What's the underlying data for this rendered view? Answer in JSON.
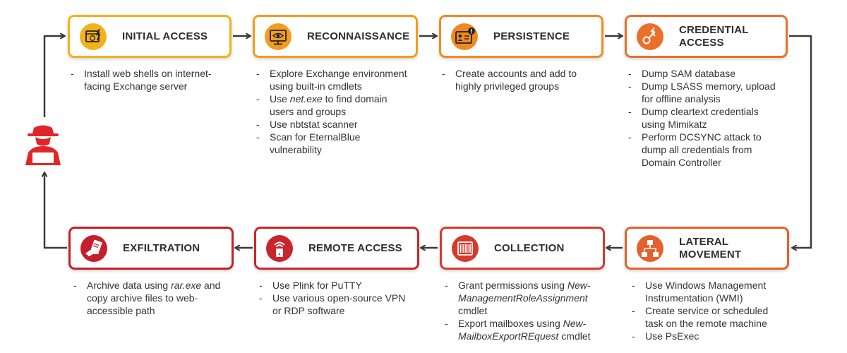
{
  "colors": {
    "yellow": "#f2b21c",
    "amber": "#f39c1e",
    "orange1": "#ef8a23",
    "orange2": "#e8702a",
    "orange3": "#e5602b",
    "red1": "#d53a2b",
    "red2": "#c9262b",
    "red3": "#c41f2b",
    "arrow": "#3a3a3a",
    "actor": "#e1262b"
  },
  "actor": {
    "icon": "hacker-icon"
  },
  "stages": {
    "initial_access": {
      "title": [
        "INITIAL ACCESS"
      ],
      "icon": "browser-attack-icon",
      "items": [
        [
          {
            "t": "Install web shells on internet-"
          },
          {
            "t": "facing Exchange server",
            "br": true
          }
        ]
      ]
    },
    "reconnaissance": {
      "title": [
        "RECONNAISSANCE"
      ],
      "icon": "monitor-eye-icon",
      "items": [
        [
          {
            "t": "Explore Exchange environment"
          },
          {
            "t": "using built-in cmdlets",
            "br": true
          }
        ],
        [
          {
            "t": "Use "
          },
          {
            "t": "net.exe",
            "i": true
          },
          {
            "t": " to find domain"
          },
          {
            "t": "users and groups",
            "br": true
          }
        ],
        [
          {
            "t": "Use nbtstat scanner"
          }
        ],
        [
          {
            "t": "Scan for EternalBlue"
          },
          {
            "t": "vulnerability",
            "br": true
          }
        ]
      ]
    },
    "persistence": {
      "title": [
        "PERSISTENCE"
      ],
      "icon": "id-card-alert-icon",
      "items": [
        [
          {
            "t": "Create accounts and add to"
          },
          {
            "t": "highly privileged groups",
            "br": true
          }
        ]
      ]
    },
    "credential_access": {
      "title": [
        "CREDENTIAL",
        "ACCESS"
      ],
      "icon": "key-bolt-icon",
      "items": [
        [
          {
            "t": "Dump SAM database"
          }
        ],
        [
          {
            "t": "Dump LSASS memory, upload"
          },
          {
            "t": "for offline analysis",
            "br": true
          }
        ],
        [
          {
            "t": "Dump cleartext credentials"
          },
          {
            "t": "using Mimikatz",
            "br": true
          }
        ],
        [
          {
            "t": "Perform DCSYNC attack to"
          },
          {
            "t": "dump all credentials from",
            "br": true
          },
          {
            "t": "Domain Controller",
            "br": true
          }
        ]
      ]
    },
    "lateral_movement": {
      "title": [
        "LATERAL",
        "MOVEMENT"
      ],
      "icon": "network-flow-icon",
      "items": [
        [
          {
            "t": "Use Windows Management"
          },
          {
            "t": "Instrumentation (WMI)",
            "br": true
          }
        ],
        [
          {
            "t": "Create service or scheduled"
          },
          {
            "t": "task on the remote machine",
            "br": true
          }
        ],
        [
          {
            "t": "Use PsExec"
          }
        ]
      ]
    },
    "collection": {
      "title": [
        "COLLECTION"
      ],
      "icon": "barcode-box-icon",
      "items": [
        [
          {
            "t": "Grant permissions using "
          },
          {
            "t": "New-",
            "i": true
          },
          {
            "t": "ManagementRoleAssignment",
            "i": true,
            "br": true
          },
          {
            "t": "cmdlet",
            "br": true
          }
        ],
        [
          {
            "t": "Export mailboxes using "
          },
          {
            "t": "New-",
            "i": true
          },
          {
            "t": "MailboxExportREquest",
            "i": true,
            "br": true
          },
          {
            "t": "  cmdlet"
          }
        ]
      ]
    },
    "remote_access": {
      "title": [
        "REMOTE ACCESS"
      ],
      "icon": "wireless-device-icon",
      "items": [
        [
          {
            "t": "Use Plink for PuTTY"
          }
        ],
        [
          {
            "t": "Use various open-source VPN"
          },
          {
            "t": "or RDP software",
            "br": true
          }
        ]
      ]
    },
    "exfiltration": {
      "title": [
        "EXFILTRATION"
      ],
      "icon": "hand-document-icon",
      "items": [
        [
          {
            "t": "Archive data using "
          },
          {
            "t": "rar.exe",
            "i": true
          },
          {
            "t": " and"
          },
          {
            "t": "copy archive files to web-",
            "br": true
          },
          {
            "t": "accessible path",
            "br": true
          }
        ]
      ]
    }
  }
}
